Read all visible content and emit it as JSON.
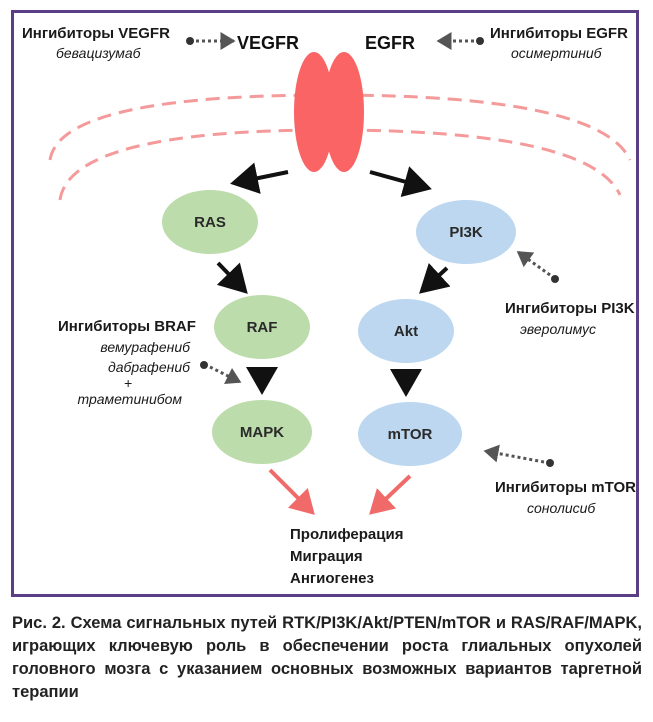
{
  "inhibitors": {
    "vegfr": {
      "title": "Ингибиторы VEGFR",
      "drug": "бевацизумаб"
    },
    "egfr": {
      "title": "Ингибиторы EGFR",
      "drug": "осимертиниб"
    },
    "pi3k": {
      "title": "Ингибиторы PI3K",
      "drug": "эверолимус"
    },
    "braf": {
      "title": "Ингибиторы BRAF",
      "drugs": [
        "вемурафениб",
        "дабрафениб",
        "+",
        "траметинибом"
      ]
    },
    "mtor": {
      "title": "Ингибиторы mTOR",
      "drug": "сонолисиб"
    }
  },
  "receptors": {
    "vegfr": "VEGFR",
    "egfr": "EGFR"
  },
  "nodes": {
    "ras": "RAS",
    "raf": "RAF",
    "mapk": "MAPK",
    "pi3k": "PI3K",
    "akt": "Akt",
    "mtor": "mTOR"
  },
  "outcomes": [
    "Пролиферация",
    "Миграция",
    "Ангиогенез"
  ],
  "caption": "Рис. 2. Схема сигнальных путей RTK/PI3K/Akt/PTEN/mTOR и RAS/RAF/MAPK, играющих ключевую роль в обеспечении роста глиальных опухолей головного мозга с указанием основных возможных вариантов таргетной терапии",
  "colors": {
    "frame": "#5b3f86",
    "receptor": "#fa6464",
    "membrane": "#f59a9a",
    "green_node": "#bcdcab",
    "blue_node": "#bcd7ef",
    "red_arrow": "#f06a6a",
    "black_arrow": "#111111",
    "inhibitor_arrow": "#555555"
  }
}
